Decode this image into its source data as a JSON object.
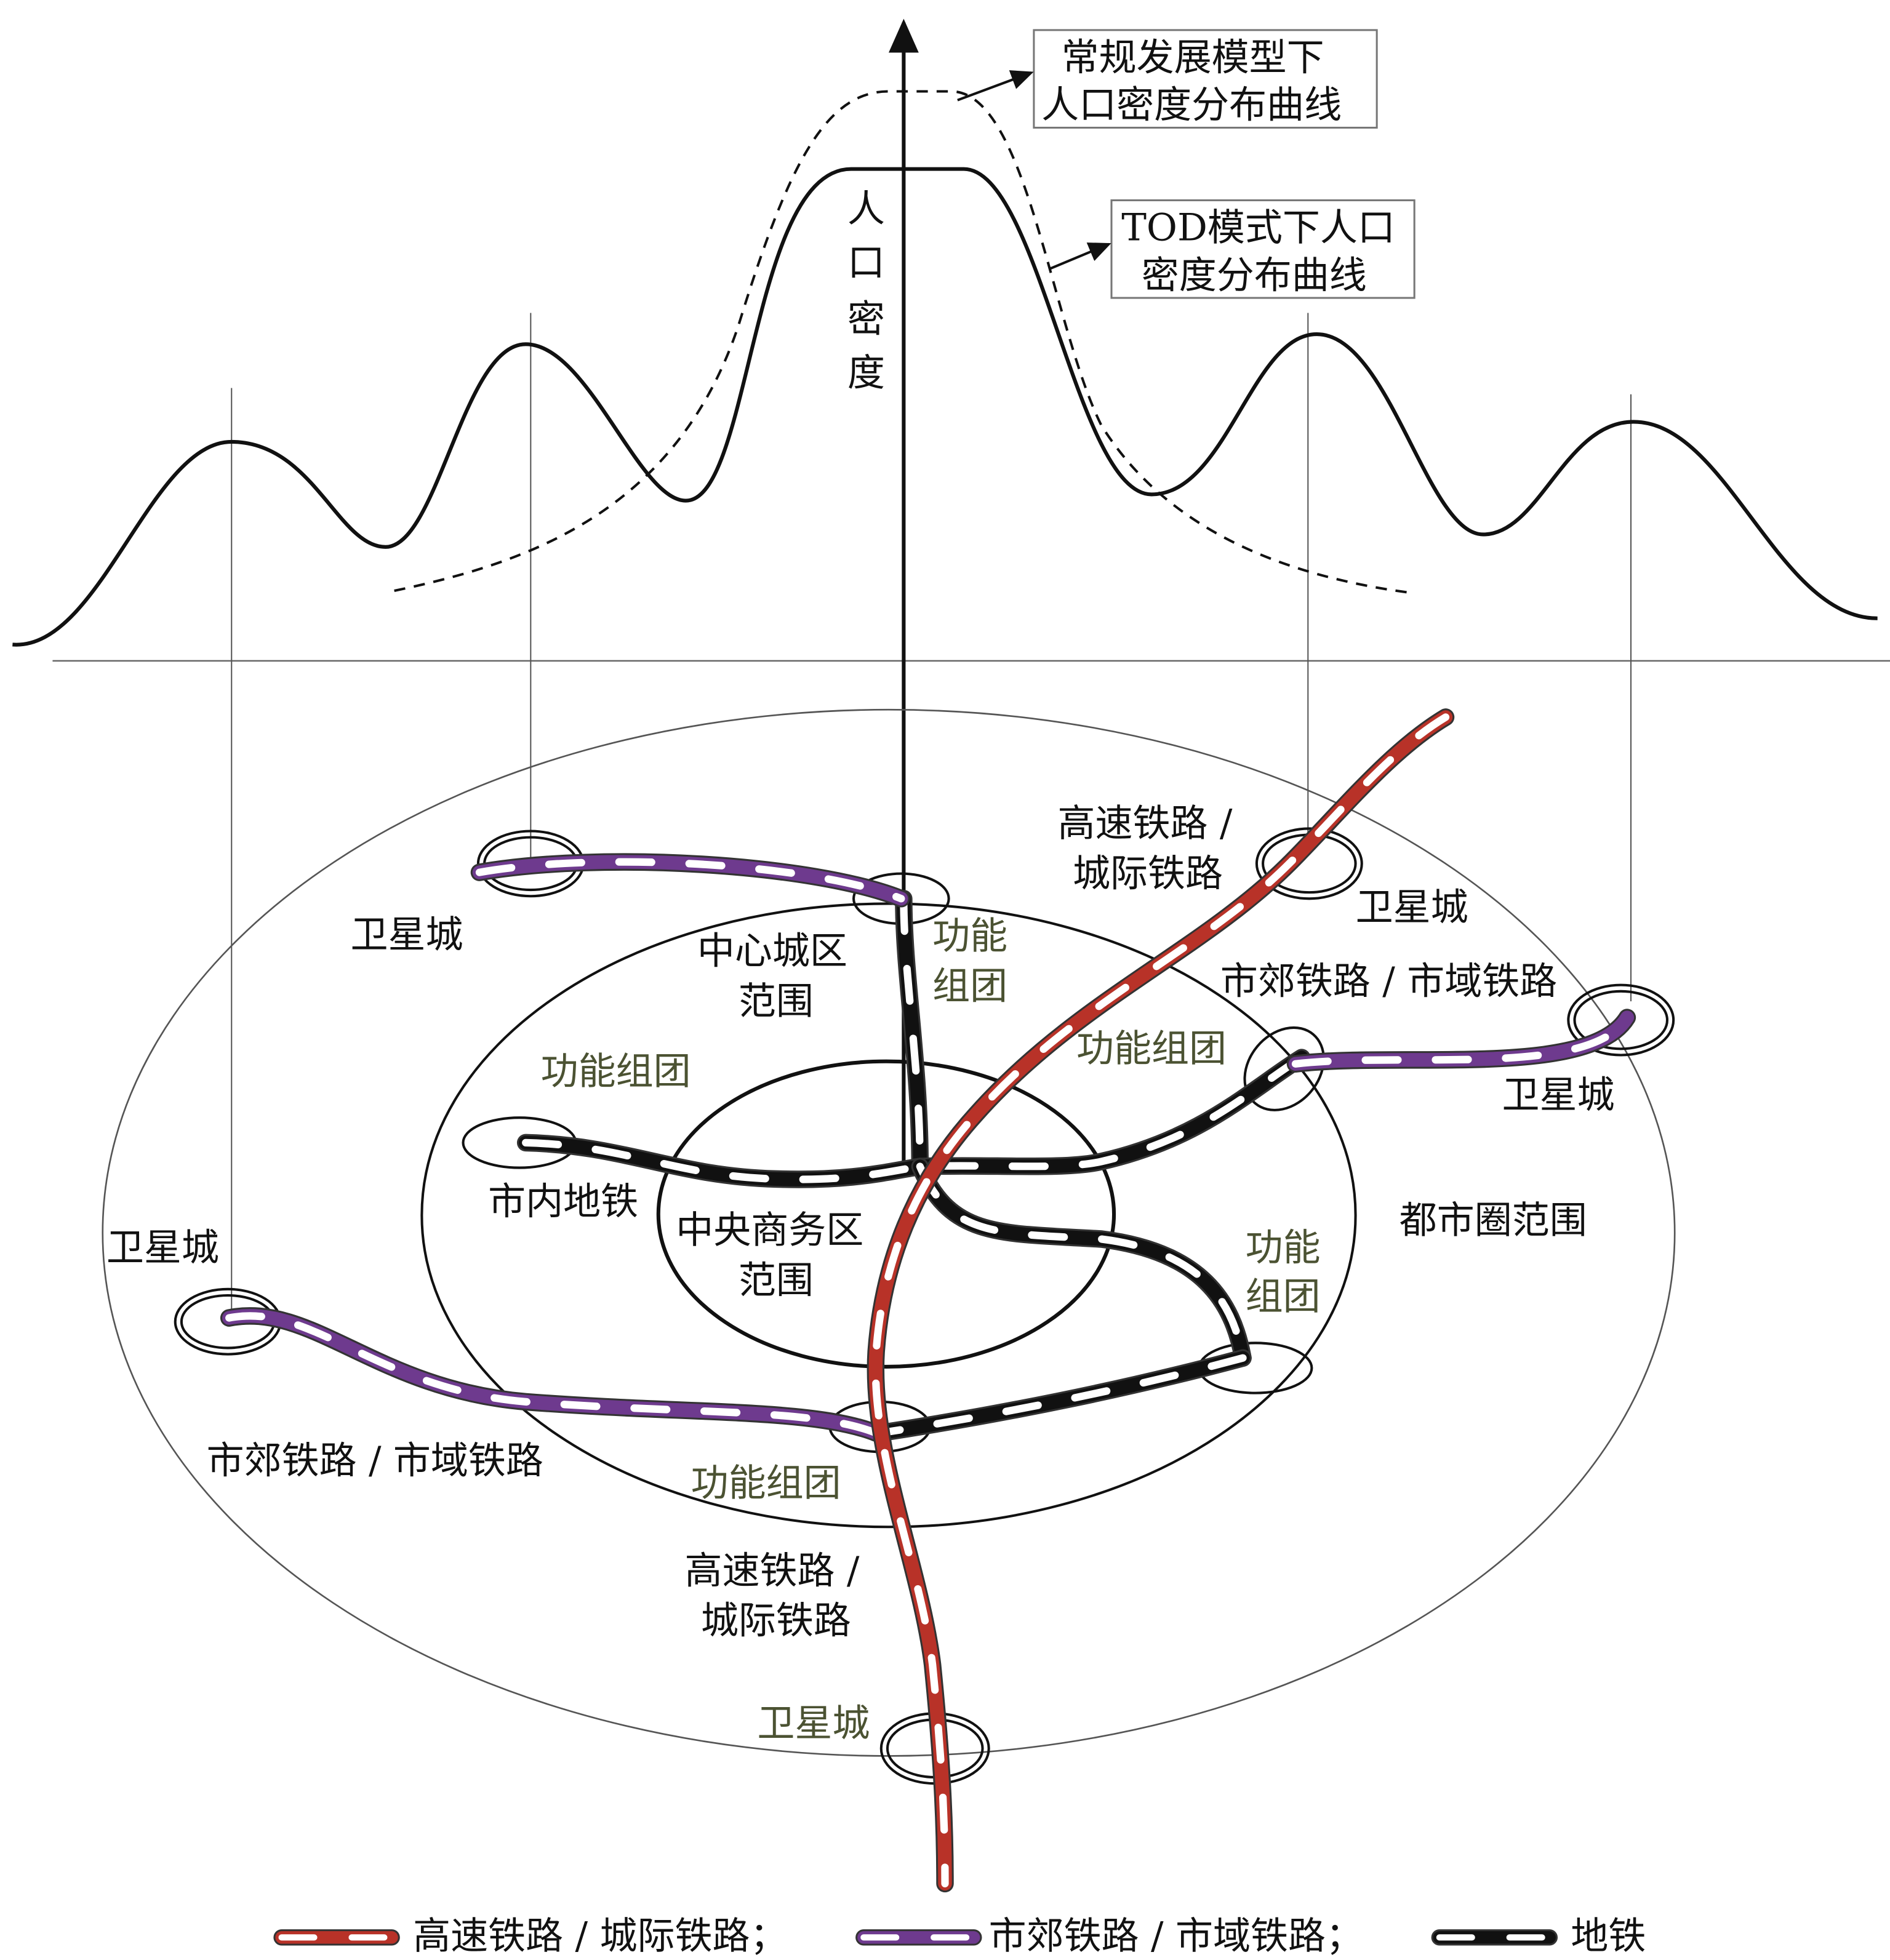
{
  "axis_label": [
    "人",
    "口",
    "密",
    "度"
  ],
  "curve_labels": {
    "conventional": [
      "常规发展模型下",
      "人口密度分布曲线"
    ],
    "tod": [
      "TOD模式下人口",
      "密度分布曲线"
    ]
  },
  "regions": {
    "center_city": [
      "中心城区",
      "范围"
    ],
    "cbd": [
      "中央商务区",
      "范围"
    ],
    "metro_area": "都市圈范围"
  },
  "labels": {
    "satellite_nw": "卫星城",
    "satellite_ne": "卫星城",
    "satellite_e": "卫星城",
    "satellite_w": "卫星城",
    "satellite_s": "卫星城",
    "func_n": [
      "功能",
      "组团"
    ],
    "func_ne": "功能组团",
    "func_w": "功能组团",
    "func_e": [
      "功能",
      "组团"
    ],
    "func_s": "功能组团",
    "hsr_ne": [
      "高速铁路 /",
      "城际铁路"
    ],
    "hsr_s": [
      "高速铁路 /",
      "城际铁路"
    ],
    "suburban_ne": "市郊铁路 / 市域铁路",
    "suburban_sw": "市郊铁路 / 市域铁路",
    "metro": "市内地铁"
  },
  "legend": [
    {
      "label": "高速铁路 / 城际铁路；",
      "color": "#b83228"
    },
    {
      "label": "市郊铁路 / 市域铁路；",
      "color": "#6e3a8e"
    },
    {
      "label": "地铁",
      "color": "#111111"
    }
  ]
}
